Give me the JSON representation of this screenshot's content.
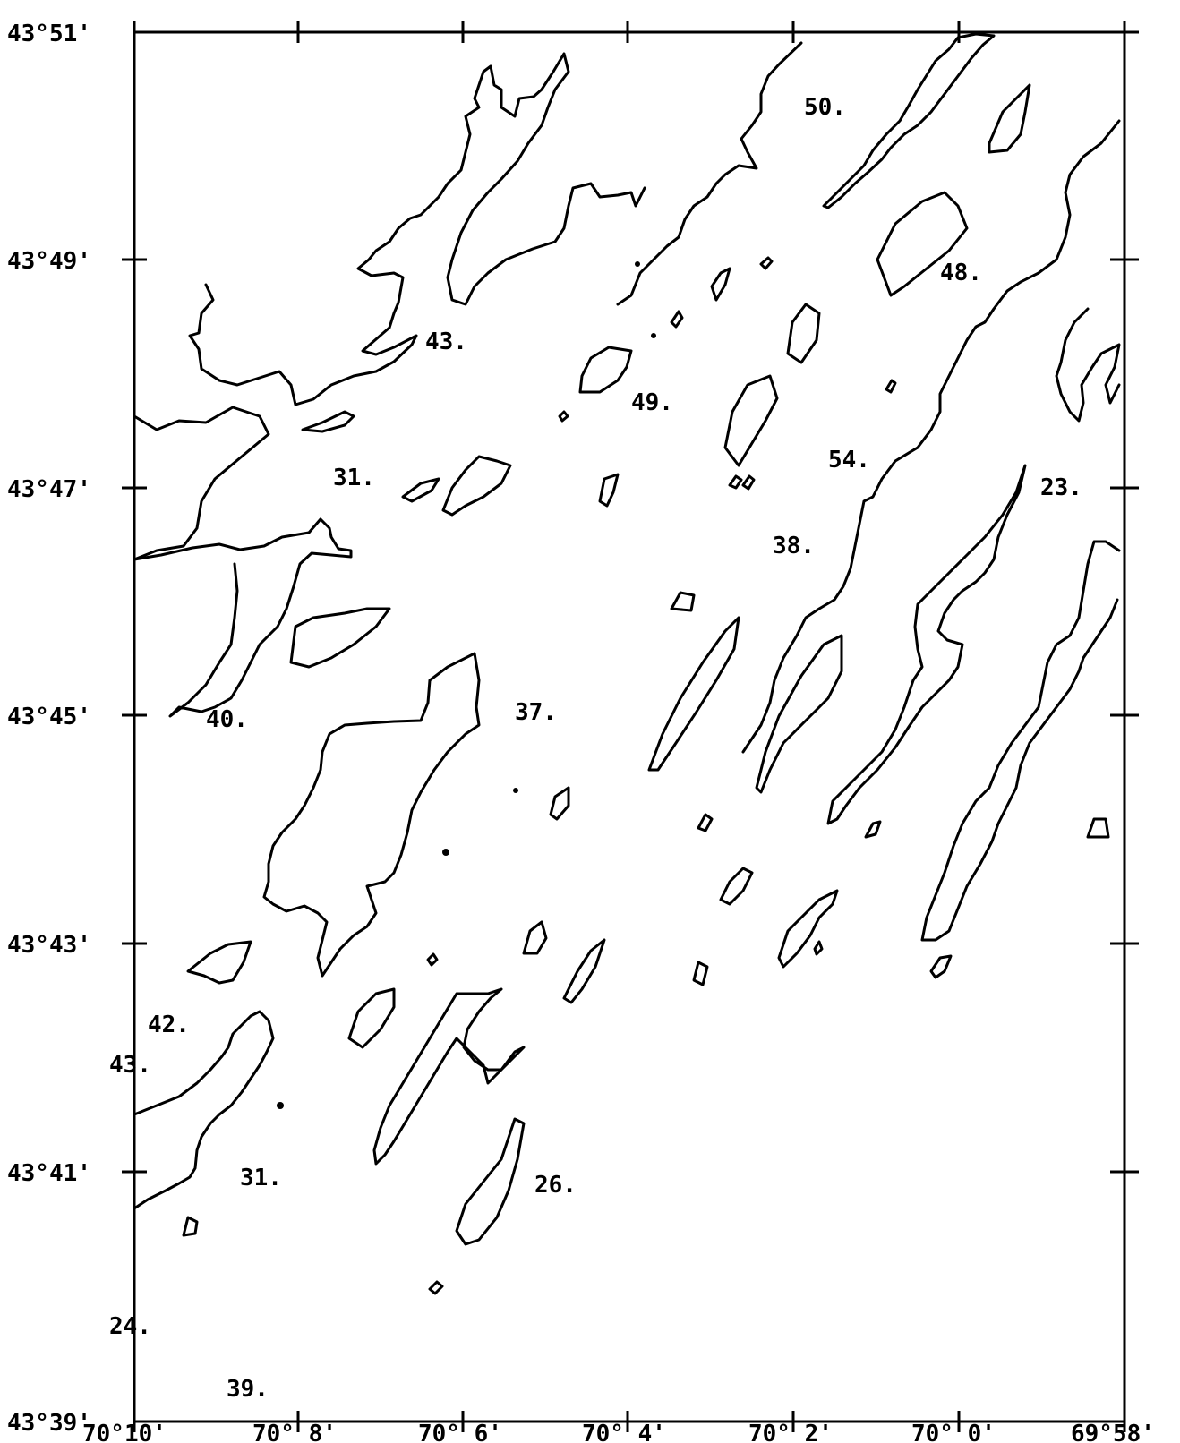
{
  "map": {
    "latitude_labels": [
      "43°51'",
      "43°49'",
      "43°47'",
      "43°45'",
      "43°43'",
      "43°41'",
      "43°39'"
    ],
    "longitude_labels": [
      "70°10'",
      "70° 8'",
      "70° 6'",
      "70° 4'",
      "70° 2'",
      "70° 0'",
      "69°58'"
    ],
    "soundings": [
      {
        "id": "s1",
        "value": "50."
      },
      {
        "id": "s2",
        "value": "48."
      },
      {
        "id": "s3",
        "value": "43."
      },
      {
        "id": "s4",
        "value": "49."
      },
      {
        "id": "s5",
        "value": "54."
      },
      {
        "id": "s6",
        "value": "31."
      },
      {
        "id": "s7",
        "value": "23."
      },
      {
        "id": "s8",
        "value": "38."
      },
      {
        "id": "s9",
        "value": "40."
      },
      {
        "id": "s10",
        "value": "37."
      },
      {
        "id": "s11",
        "value": "42."
      },
      {
        "id": "s12",
        "value": "43."
      },
      {
        "id": "s13",
        "value": "31."
      },
      {
        "id": "s14",
        "value": "26."
      },
      {
        "id": "s15",
        "value": "24."
      },
      {
        "id": "s16",
        "value": "39."
      }
    ]
  }
}
